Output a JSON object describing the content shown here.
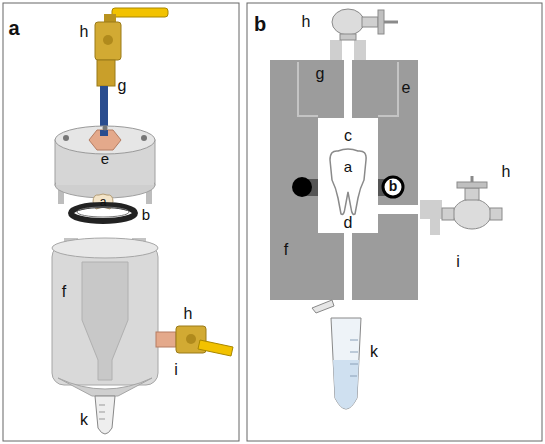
{
  "diagram": {
    "labels": [
      "a",
      "h",
      "g",
      "e",
      "a",
      "b",
      "f",
      "h",
      "i",
      "k",
      "b",
      "h",
      "g",
      "e",
      "c",
      "a",
      "b",
      "f",
      "d",
      "h",
      "i",
      "k"
    ]
  }
}
